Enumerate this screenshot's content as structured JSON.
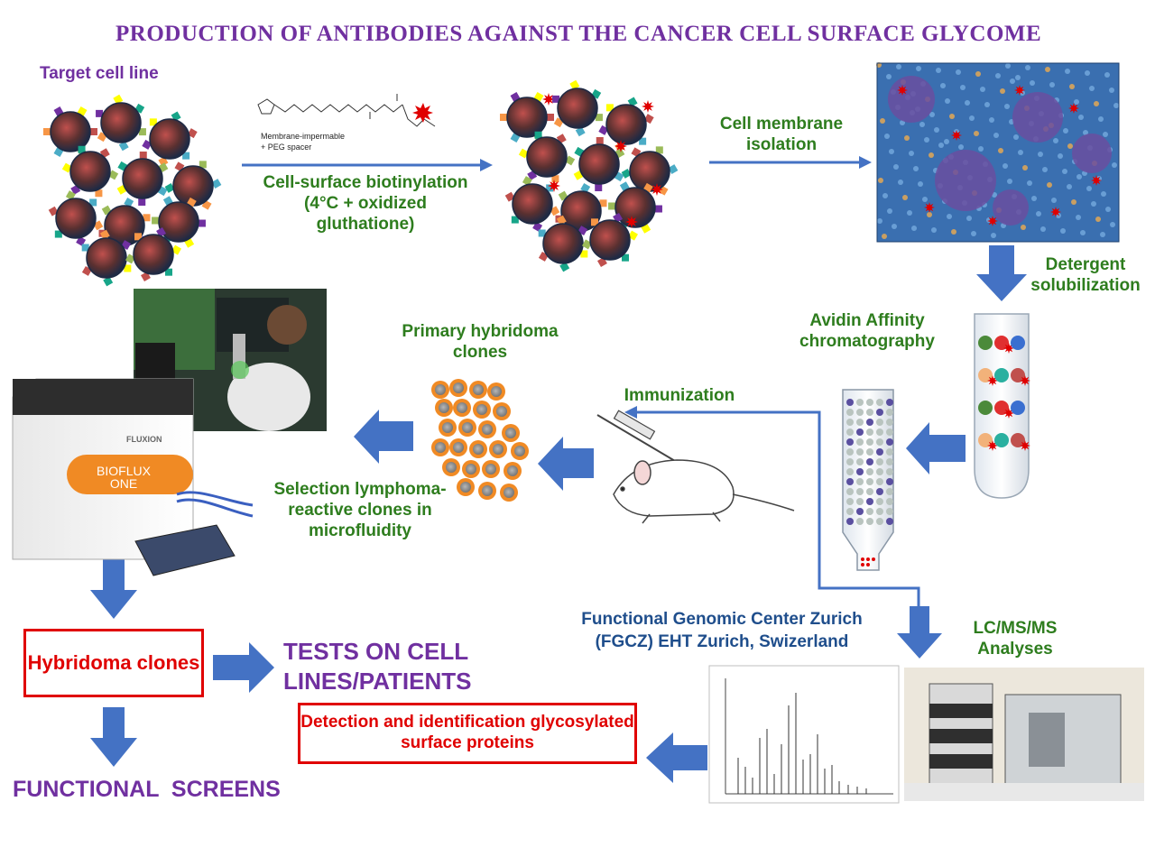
{
  "title": "PRODUCTION  OF ANTIBODIES  AGAINST  THE  CANCER CELL SURFACE GLYCOME",
  "labels": {
    "target_cell_line": "Target cell line",
    "molecule_note_line1": "Membrane-impermable",
    "molecule_note_line2": "+ PEG spacer",
    "biotinylation": "Cell-surface biotinylation (4°C + oxidized gluthatione)",
    "membrane_isolation": "Cell membrane isolation",
    "detergent": "Detergent solubilization",
    "avidin": "Avidin Affinity chromatography",
    "immunization": "Immunization",
    "primary_clones": "Primary hybridoma clones",
    "selection": "Selection lymphoma-reactive clones in microfluidity",
    "fgcz_line1": "Functional Genomic Center Zurich",
    "fgcz_line2": "(FGCZ) EHT Zurich,  Swizerland",
    "lcms": "LC/MS/MS Analyses",
    "hybridoma_box": "Hybridoma clones",
    "tests": "TESTS ON CELL LINES/PATIENTS",
    "detection_box": "Detection and identification glycosylated surface proteins",
    "functional": "FUNCTIONAL  SCREENS",
    "device_brand": "FLUXION",
    "device_model_line1": "BIOFLUX",
    "device_model_line2": "ONE"
  },
  "colors": {
    "title": "#7030a0",
    "arrow": "#4472c4",
    "green_text": "#2e7d1e",
    "red_box": "#e00000",
    "navy_text": "#1f4e8c",
    "membrane_bg": "#3a6fb0",
    "clone_orange": "#f08a24"
  }
}
